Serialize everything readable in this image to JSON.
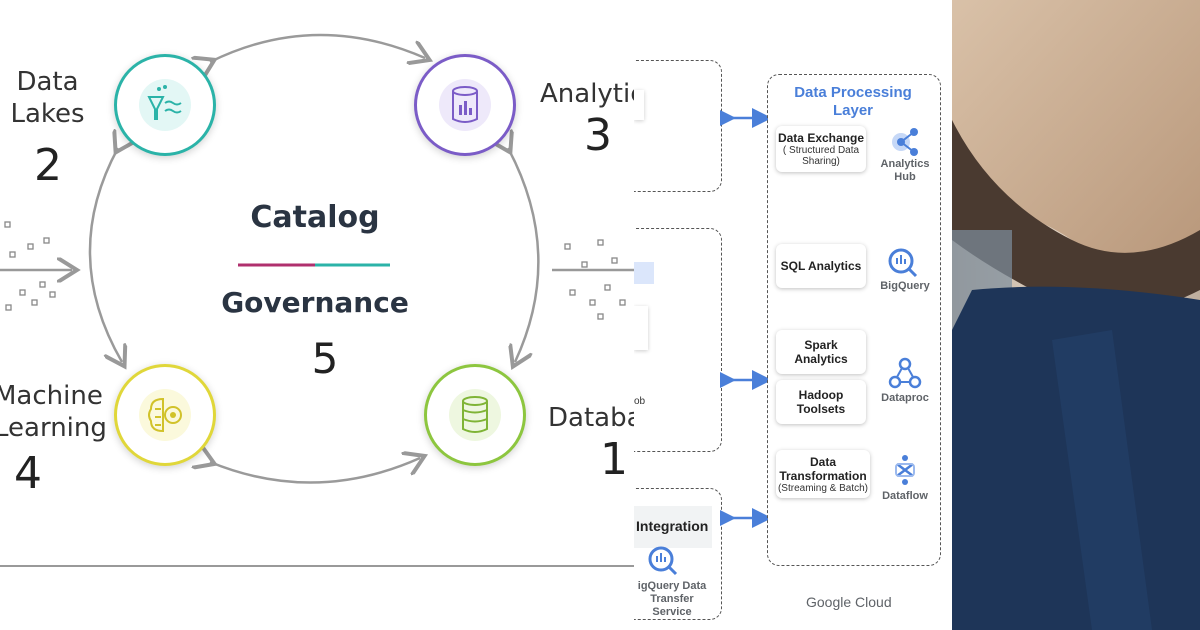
{
  "diagram": {
    "center_title": "Catalog",
    "center_subtitle": "Governance",
    "center_number": "5",
    "nodes": [
      {
        "label_lines": [
          "Data",
          "Lakes"
        ],
        "number": "2",
        "icon": "data-lake-icon",
        "color": "#2bb3a8"
      },
      {
        "label_lines": [
          "Analytic"
        ],
        "number": "3",
        "icon": "analytics-icon",
        "color": "#7b5cc7"
      },
      {
        "label_lines": [
          "Machine",
          "Learning"
        ],
        "number": "4",
        "icon": "machine-learning-icon",
        "color": "#e0d73a"
      },
      {
        "label_lines": [
          "Databa"
        ],
        "number": "1",
        "icon": "database-icon",
        "color": "#8dc63f"
      }
    ]
  },
  "gcp": {
    "layer_title_lines": [
      "Data Processing",
      "Layer"
    ],
    "boxes": [
      {
        "title": "Data Exchange",
        "sub_lines": [
          "( Structured Data",
          "Sharing)"
        ]
      },
      {
        "title": "SQL Analytics",
        "sub_lines": []
      },
      {
        "title": "Spark",
        "sub_lines": [
          "Analytics"
        ]
      },
      {
        "title": "Hadoop",
        "sub_lines": [
          "Toolsets"
        ]
      },
      {
        "title": "Data",
        "sub_lines": [
          "Transformation",
          "(Streaming & Batch)"
        ]
      }
    ],
    "services": [
      {
        "label_lines": [
          "Analytics",
          "Hub"
        ],
        "icon": "analytics-hub-icon"
      },
      {
        "label_lines": [
          "BigQuery"
        ],
        "icon": "bigquery-icon"
      },
      {
        "label_lines": [
          "Dataproc"
        ],
        "icon": "dataproc-icon"
      },
      {
        "label_lines": [
          "Dataflow"
        ],
        "icon": "dataflow-icon"
      }
    ],
    "integration_title": "Integration",
    "transfer_lines": [
      "igQuery Data",
      "Transfer",
      "Service"
    ],
    "partial_text": "ob",
    "brand": "Google Cloud",
    "accent": "#4a7fd9"
  }
}
